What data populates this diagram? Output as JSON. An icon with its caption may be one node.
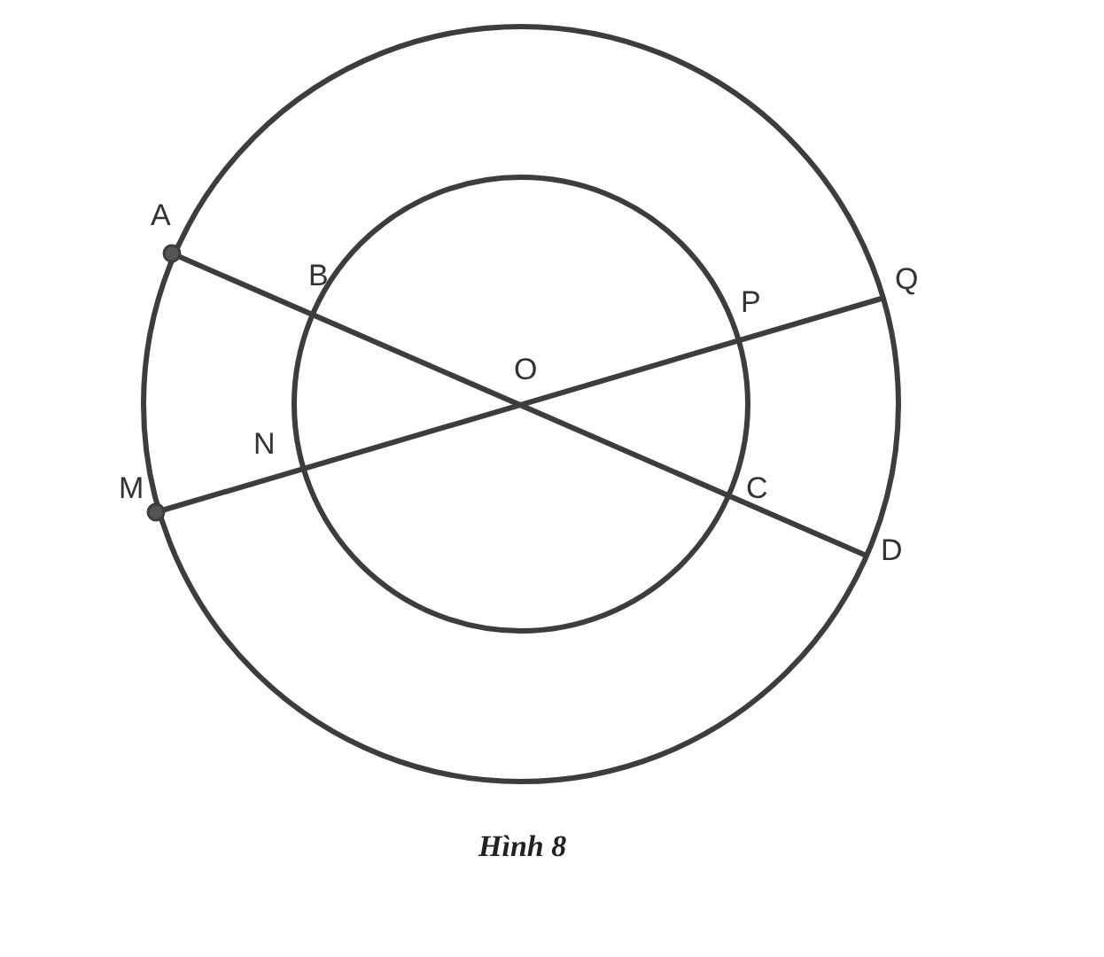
{
  "diagram": {
    "caption": "Hình 8",
    "labels": [
      "A",
      "Q",
      "B",
      "P",
      "O",
      "N",
      "M",
      "C",
      "D"
    ]
  }
}
